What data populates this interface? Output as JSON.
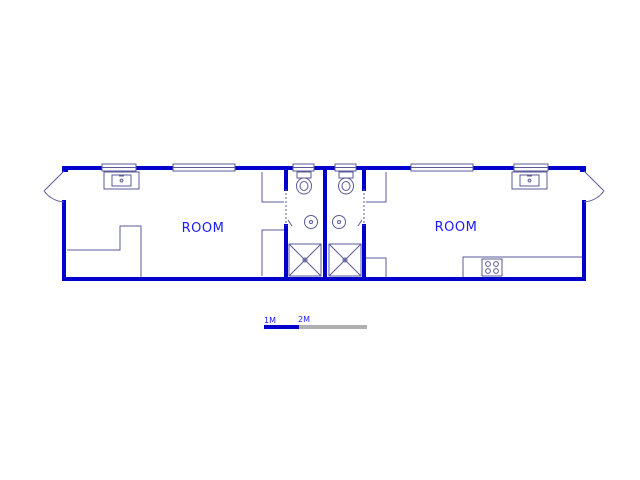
{
  "floorplan": {
    "rooms": [
      {
        "label": "ROOM"
      },
      {
        "label": "ROOM"
      }
    ],
    "scale_bar": {
      "label_1": "1M",
      "label_2": "2M"
    },
    "colors": {
      "wall": "#0000cc",
      "fixture": "#5a5a99",
      "label": "#1a1aff",
      "scale_dark": "#0000cc",
      "scale_light": "#b0b0b0"
    }
  }
}
